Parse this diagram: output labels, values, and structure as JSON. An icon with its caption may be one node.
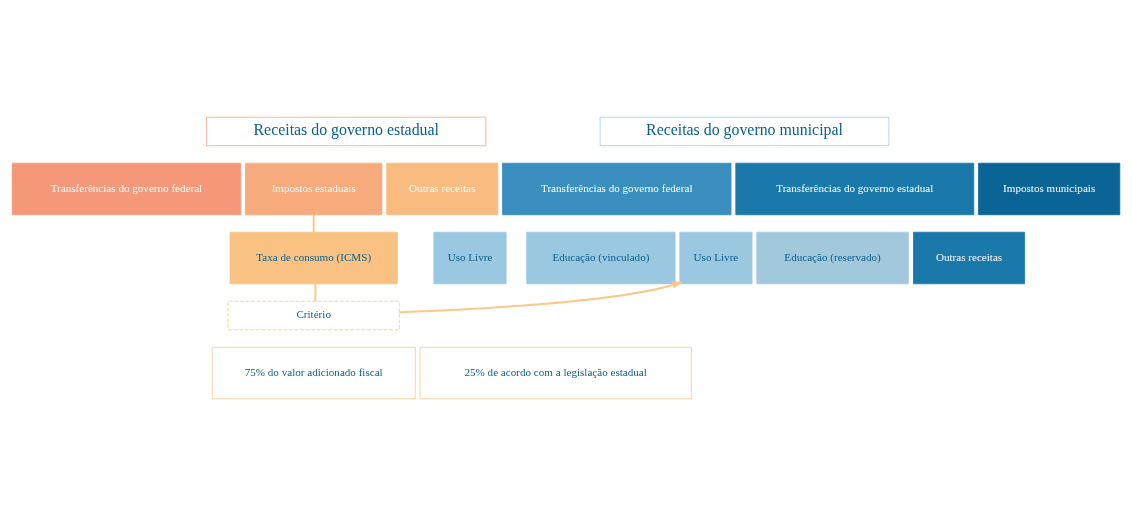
{
  "diagram": {
    "nodes": [
      {
        "text": [
          "Receitas do governo estadual"
        ]
      },
      {
        "text": [
          "Receitas do governo municipal"
        ]
      },
      {
        "text": [
          "Transferências do governo federal"
        ]
      },
      {
        "text": [
          "Impostos estaduais"
        ]
      },
      {
        "text": [
          "Outras receitas"
        ]
      },
      {
        "text": [
          "Transferências do governo federal"
        ]
      },
      {
        "text": [
          "Transferências do governo estadual"
        ]
      },
      {
        "text": [
          "Impostos municipais"
        ]
      },
      {
        "text": [
          "Taxa de consumo (ICMS)"
        ]
      },
      {
        "text": [
          "Critério"
        ]
      },
      {
        "text": [
          "75% do valor adicionado fiscal"
        ]
      },
      {
        "text": [
          "25% de acordo com a legislação estadual"
        ]
      },
      {
        "text": [
          "Uso Livre"
        ]
      },
      {
        "text": [
          "Educação (vinculado)"
        ]
      },
      {
        "text": [
          "Uso Livre"
        ]
      },
      {
        "text": [
          "Educação (reservado)"
        ]
      },
      {
        "text": [
          "Outras receitas"
        ]
      }
    ],
    "edges": [
      {
        "from": 3,
        "to": 8,
        "arrow": "none"
      },
      {
        "from": 8,
        "to": 9,
        "arrow": "none"
      },
      {
        "from": 9,
        "to": 14,
        "arrow": "to"
      }
    ]
  }
}
